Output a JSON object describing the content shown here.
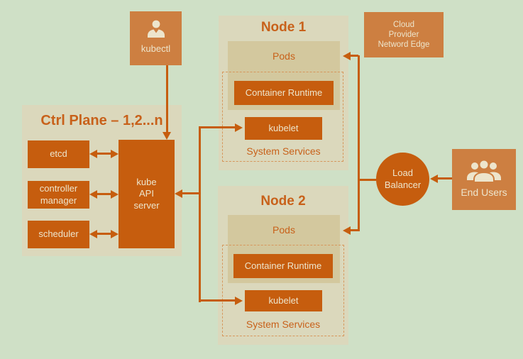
{
  "colors": {
    "background_green": "#cfe0c6",
    "panel_tan": "#dbd8bc",
    "pods_tan": "#d3c89e",
    "strong_orange": "#c65d0e",
    "light_orange": "#cd7f41",
    "cream_text": "#ede5cc",
    "orange_text": "#c8611a"
  },
  "kubectl": {
    "label": "kubectl"
  },
  "control_plane": {
    "title": "Ctrl Plane – 1,2...n",
    "etcd_label": "etcd",
    "controller_manager_label": "controller manager",
    "scheduler_label": "scheduler",
    "api_server_label": "kube API server"
  },
  "node1": {
    "title": "Node 1",
    "pods_label": "Pods",
    "container_runtime_label": "Container Runtime",
    "kubelet_label": "kubelet",
    "system_services_label": "System Services"
  },
  "node2": {
    "title": "Node 2",
    "pods_label": "Pods",
    "container_runtime_label": "Container Runtime",
    "kubelet_label": "kubelet",
    "system_services_label": "System Services"
  },
  "cloud_provider": {
    "lines": [
      "Cloud",
      "Provider",
      "Netword Edge"
    ]
  },
  "load_balancer": {
    "label": "Load Balancer"
  },
  "end_users": {
    "label": "End Users"
  }
}
